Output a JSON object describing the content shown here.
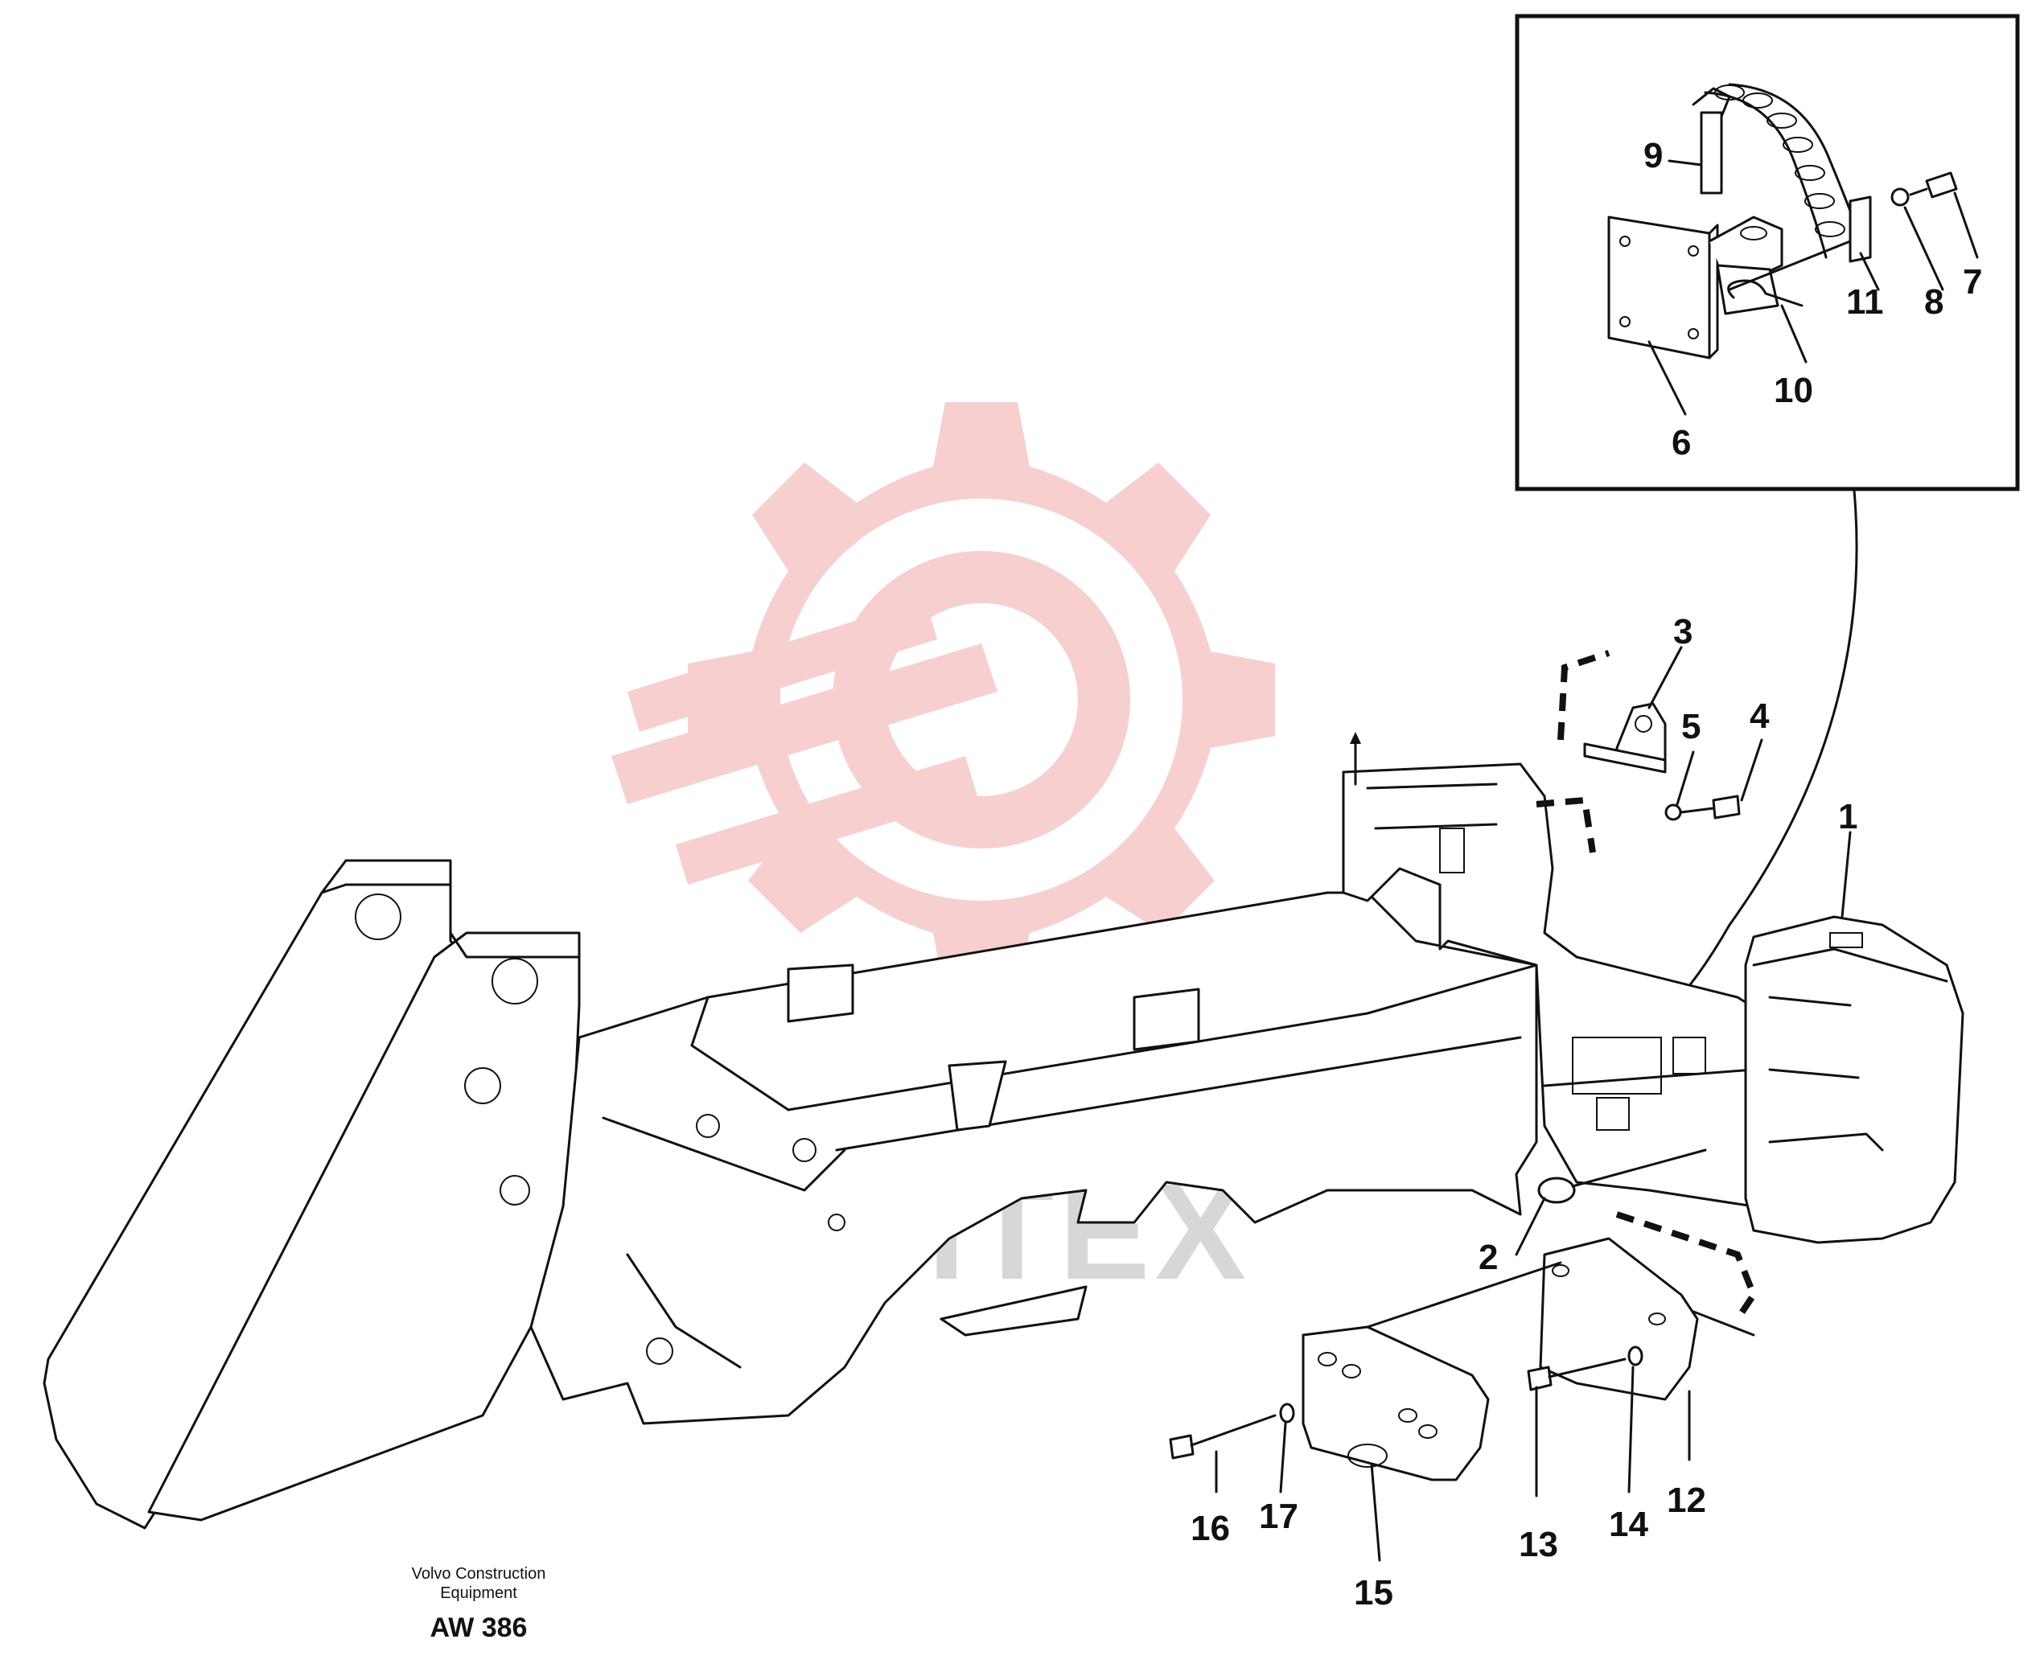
{
  "watermark": {
    "text": "MHTEX",
    "logo": "gear-wrench-logo",
    "color": "#f6c7c7"
  },
  "caption": {
    "line1": "Volvo Construction",
    "line2": "Equipment",
    "code": "AW 386"
  },
  "callouts": [
    "1",
    "2",
    "3",
    "4",
    "5",
    "6",
    "7",
    "8",
    "9",
    "10",
    "11",
    "12",
    "13",
    "14",
    "15",
    "16",
    "17"
  ]
}
